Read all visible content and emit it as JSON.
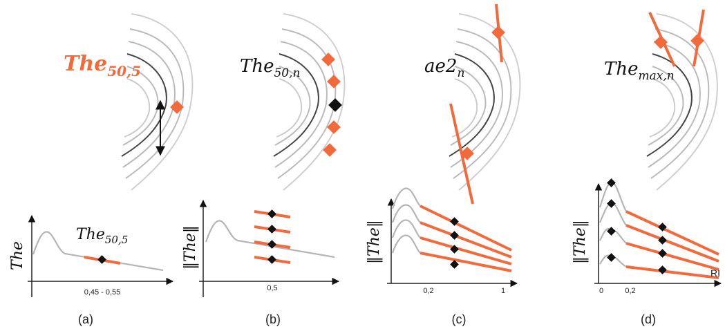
{
  "panels": [
    {
      "caption": "(a)",
      "top_label": {
        "base": "The",
        "sub": "50,5"
      },
      "plot_ylabel": "The",
      "plot_title": {
        "base": "The",
        "sub": "50,5"
      },
      "xtick": "0,45 - 0,55"
    },
    {
      "caption": "(b)",
      "top_label": {
        "base": "The",
        "sub": "50,n"
      },
      "plot_ylabel": "‖The‖",
      "xtick": "0,5"
    },
    {
      "caption": "(c)",
      "top_label": {
        "base": "ae2",
        "sub": "n"
      },
      "plot_ylabel": "‖The‖",
      "xticks": [
        "0,2",
        "1"
      ]
    },
    {
      "caption": "(d)",
      "top_label": {
        "base": "The",
        "sub": "max,n"
      },
      "plot_ylabel": "‖The‖",
      "xticks": [
        "0",
        "0,2"
      ],
      "x_end_label": "RI"
    }
  ],
  "colors": {
    "accent": "#f26a3c",
    "dark_curve": "#333333",
    "light_curve": "#bbbbbb",
    "marker": "#111111"
  }
}
